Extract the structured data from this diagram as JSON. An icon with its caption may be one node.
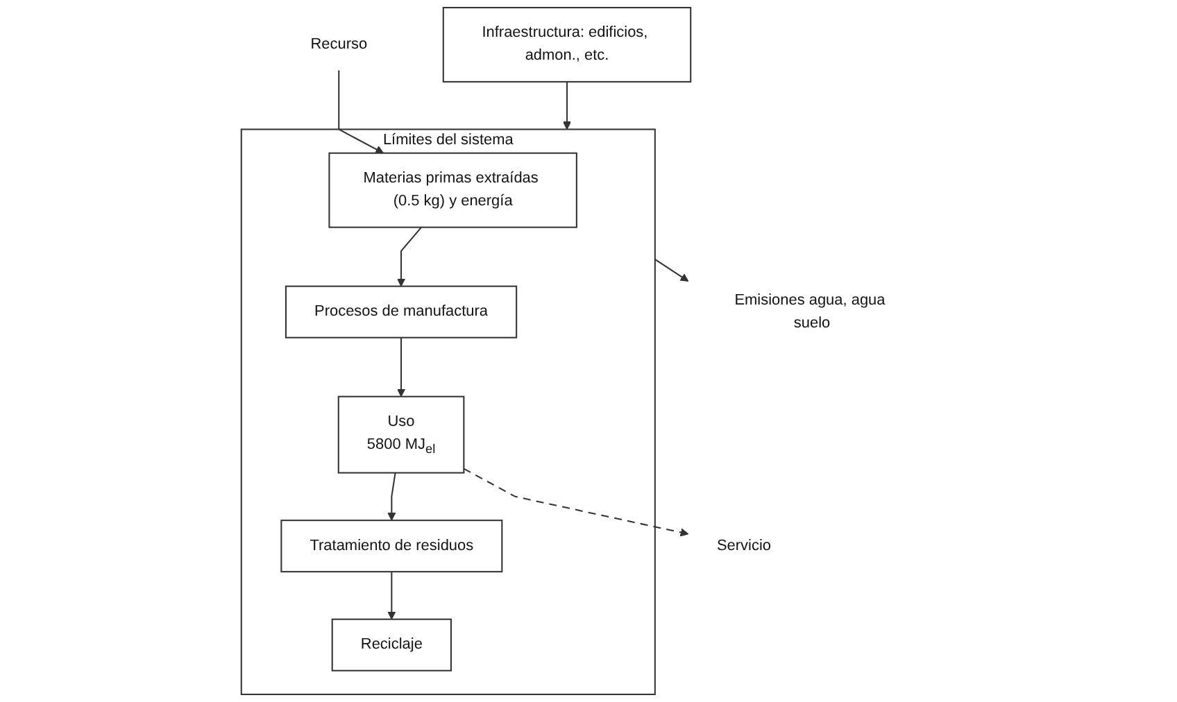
{
  "diagram": {
    "nodes": [
      {
        "text": [
          "Límites del sistema"
        ]
      },
      {
        "text": [
          "Recurso"
        ]
      },
      {
        "text": [
          "Materias primas extraídas (0.5 kg) y energía"
        ],
        "in": 0
      },
      {
        "text": [
          "Procesos de manufactura"
        ],
        "in": 0
      },
      {
        "text": [
          "Uso",
          "5800 MJ$_{el}$"
        ],
        "in": 0
      },
      {
        "text": [
          "Reciclaje"
        ],
        "in": 0
      },
      {
        "text": [
          "Tratamiento de residuos"
        ],
        "in": 0
      },
      {
        "text": [
          "Infraestructura: edificios, admon., etc."
        ]
      },
      {
        "text": [
          "Emisiones agua, agua suelo"
        ]
      },
      {
        "text": [
          "Servicio"
        ]
      }
    ],
    "edges": [
      {
        "from": 1,
        "to": 2,
        "arrow": "to"
      },
      {
        "from": 2,
        "to": 3,
        "arrow": "to"
      },
      {
        "from": 3,
        "to": 4,
        "arrow": "to"
      },
      {
        "from": 4,
        "to": 6,
        "arrow": "to"
      },
      {
        "from": 6,
        "to": 5,
        "arrow": "to"
      },
      {
        "from": 7,
        "to": 0,
        "arrow": "to"
      },
      {
        "from": 0,
        "to": 8,
        "arrow": "to"
      },
      {
        "from": 4,
        "to": 9,
        "arrow": "to",
        "style": "dashed"
      }
    ]
  }
}
